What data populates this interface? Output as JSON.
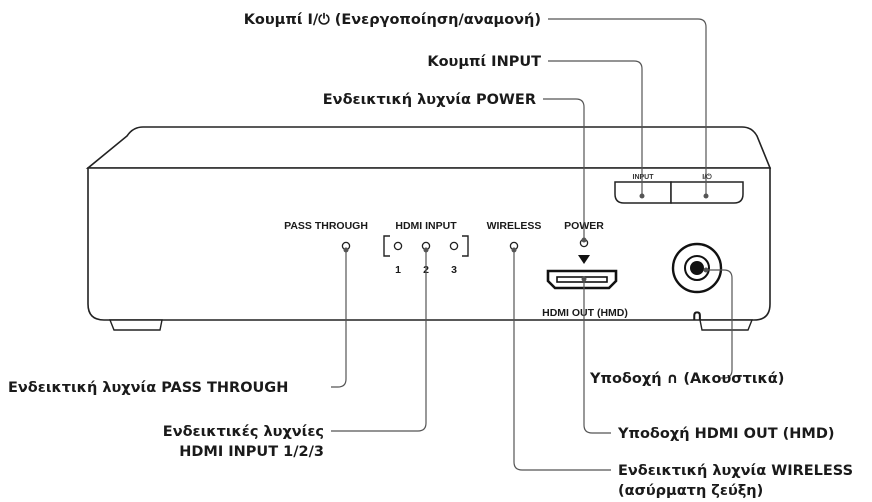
{
  "callouts": {
    "power_button": "Κουμπί I/⏻ (Ενεργοποίηση/αναμονή)",
    "input_button": "Κουμπί INPUT",
    "power_indicator": "Ενδεικτική λυχνία POWER",
    "pass_through_indicator": "Ενδεικτική λυχνία PASS THROUGH",
    "hdmi_input_indicators_line1": "Ενδεικτικές λυχνίες",
    "hdmi_input_indicators_line2": "HDMI INPUT 1/2/3",
    "headphones_jack": "Υποδοχή ∩ (Ακουστικά)",
    "hdmi_out_jack": "Υποδοχή HDMI OUT (HMD)",
    "wireless_indicator_line1": "Ενδεικτική λυχνία WIRELESS",
    "wireless_indicator_line2": "(ασύρματη ζεύξη)"
  },
  "device_labels": {
    "pass_through": "PASS THROUGH",
    "hdmi_input": "HDMI INPUT",
    "input_numbers": [
      "1",
      "2",
      "3"
    ],
    "wireless": "WIRELESS",
    "power": "POWER",
    "hdmi_out": "HDMI OUT (HMD)",
    "input_btn": "INPUT",
    "power_btn": "I/⏻",
    "headphone_symbol": "∩"
  }
}
